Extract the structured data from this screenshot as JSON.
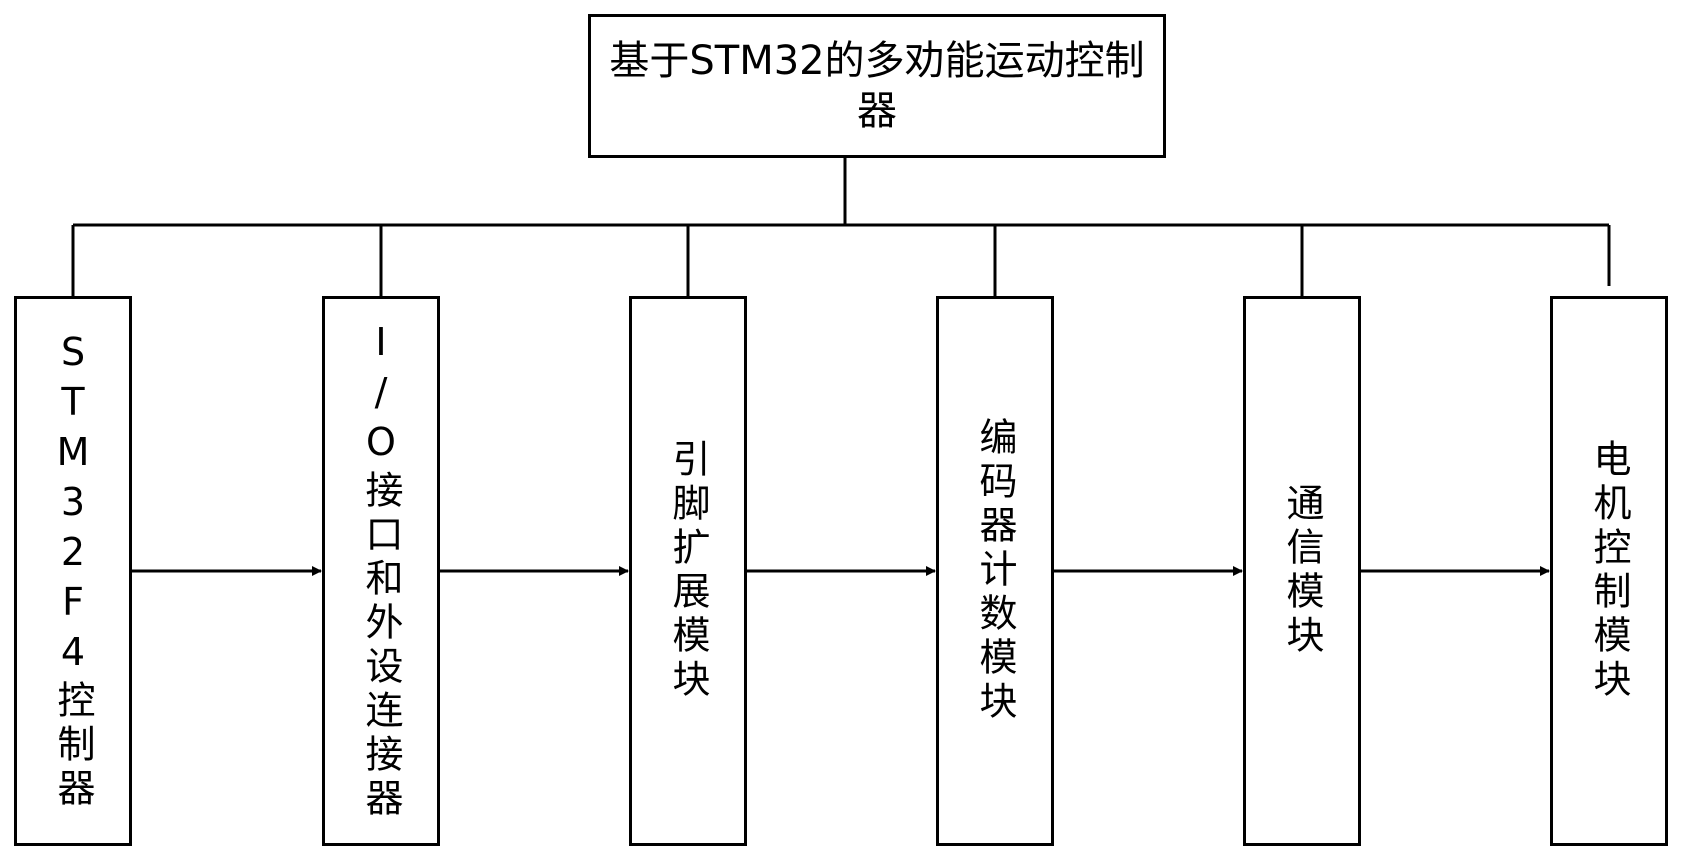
{
  "diagram": {
    "root": {
      "label": "基于STM32的多劝能运动控制器"
    },
    "modules": [
      {
        "id": "stm32f4-controller",
        "label": "STM32F4控制器"
      },
      {
        "id": "io-connector",
        "label": "I/O接口和外设连接器"
      },
      {
        "id": "pin-expansion",
        "label": "引脚扩展模块"
      },
      {
        "id": "encoder-counter",
        "label": "编码器计数模块"
      },
      {
        "id": "communication",
        "label": "通信模块"
      },
      {
        "id": "motor-control",
        "label": "电机控制模块"
      }
    ],
    "line_color": "#000000",
    "box_fill": "#ffffff"
  }
}
